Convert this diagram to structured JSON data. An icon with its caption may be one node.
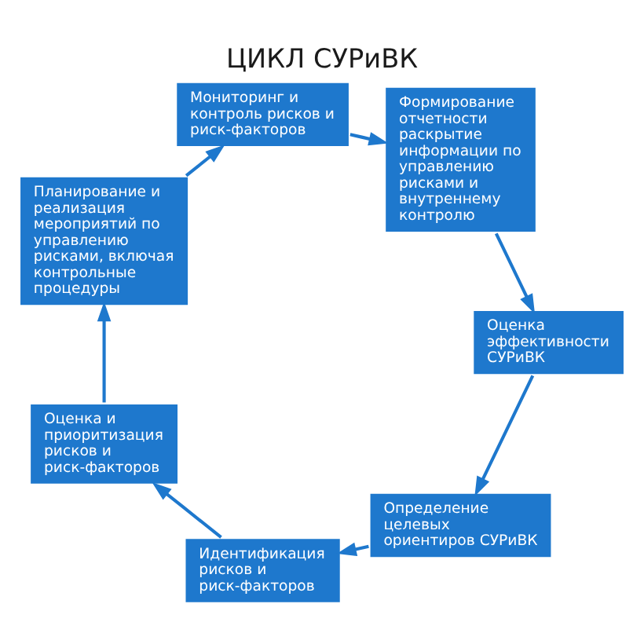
{
  "diagram": {
    "title": "ЦИКЛ СУРиВК",
    "nodes": [
      {
        "text": [
          "Определение целевых ориентиров СУРиВК"
        ]
      },
      {
        "text": [
          "Идентификация рисков и риск-факторов"
        ]
      },
      {
        "text": [
          "Оценка и приоритизация рисков и риск-факторов"
        ]
      },
      {
        "text": [
          "Планирование и реализация мероприятий по управлению рисками, включая контрольные процедуры"
        ]
      },
      {
        "text": [
          "Мониторинг и контроль рисков и риск-факторов"
        ]
      },
      {
        "text": [
          "Формирование отчетности раскрытие информации по управлению рисками и внутреннему контролю"
        ]
      },
      {
        "text": [
          "Оценка эффективности СУРиВК"
        ]
      }
    ],
    "edges": [
      {
        "from": 0,
        "to": 1,
        "arrow": "to"
      },
      {
        "from": 1,
        "to": 2,
        "arrow": "to"
      },
      {
        "from": 2,
        "to": 3,
        "arrow": "to"
      },
      {
        "from": 3,
        "to": 4,
        "arrow": "to"
      },
      {
        "from": 4,
        "to": 5,
        "arrow": "to"
      },
      {
        "from": 5,
        "to": 6,
        "arrow": "to"
      },
      {
        "from": 6,
        "to": 0,
        "arrow": "to"
      }
    ]
  }
}
